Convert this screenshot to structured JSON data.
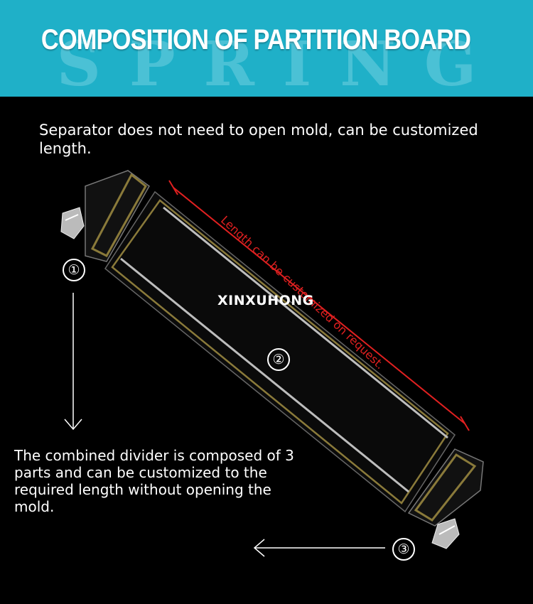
{
  "header": {
    "title": "COMPOSITION OF PARTITION BOARD",
    "watermark": "SPRING",
    "background_color": "#1fb0c8"
  },
  "intro_text": "Separator does not need to open mold, can be customized length.",
  "length_annotation": "Length can be customized on request.",
  "brand_watermark": "XINXUHONG",
  "part_labels": [
    "①",
    "②",
    "③"
  ],
  "description": "The combined divider is composed of 3 parts and can be customized to the required length without opening the mold.",
  "colors": {
    "annotation_red": "#e02020",
    "frame_gold": "#8a7a3a",
    "background": "#000000"
  }
}
